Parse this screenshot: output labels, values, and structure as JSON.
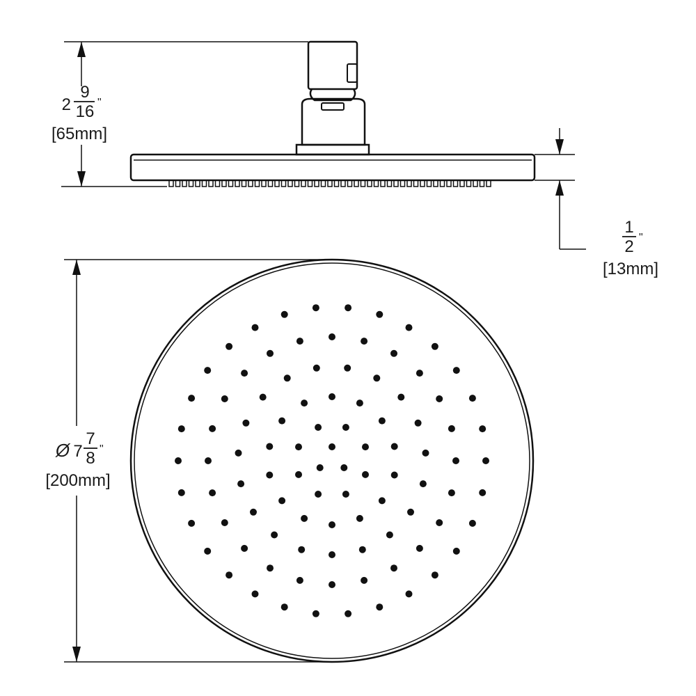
{
  "dimensions": {
    "overall_height": {
      "whole": "2",
      "num": "9",
      "den": "16",
      "inch_mark": "\"",
      "metric": "[65mm]"
    },
    "head_thickness": {
      "num": "1",
      "den": "2",
      "inch_mark": "\"",
      "metric": "[13mm]"
    },
    "diameter": {
      "symbol": "Ø",
      "whole": "7",
      "num": "7",
      "den": "8",
      "inch_mark": "\"",
      "metric": "[200mm]"
    }
  },
  "colors": {
    "line": "#111111",
    "background": "#ffffff"
  }
}
